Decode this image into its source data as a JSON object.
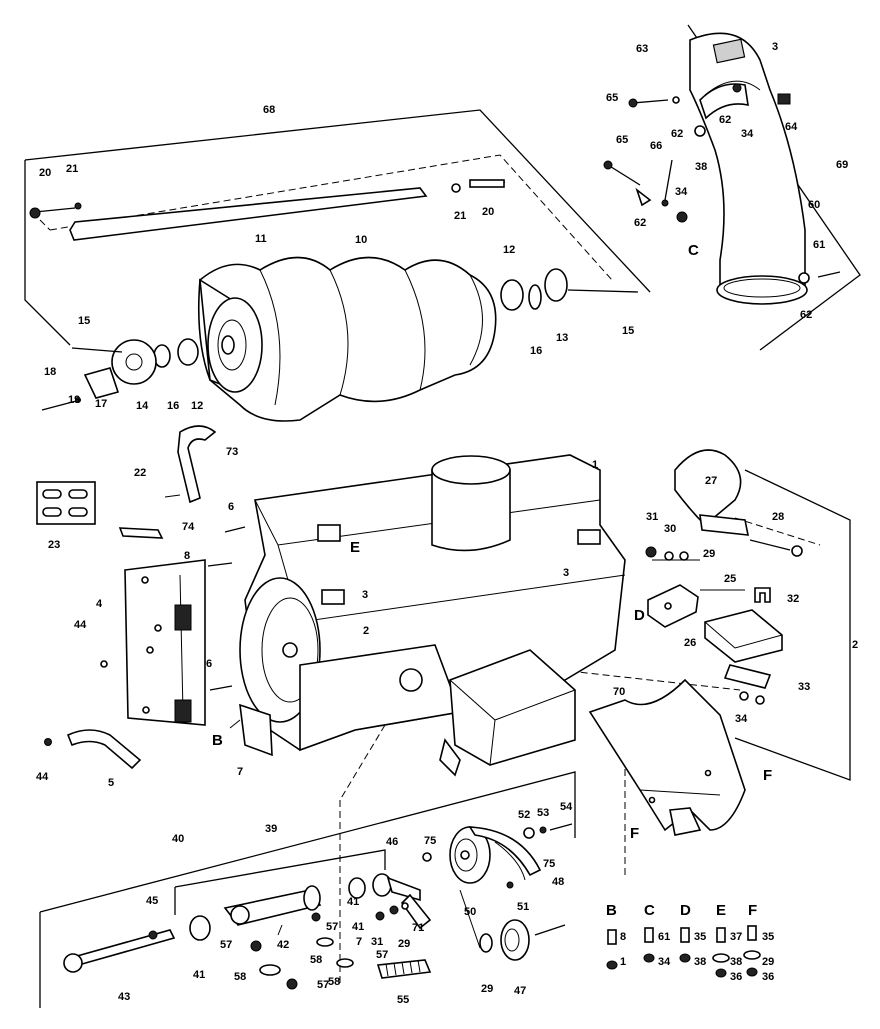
{
  "diagram": {
    "labels": [
      {
        "id": "l68",
        "text": "68"
      },
      {
        "id": "l63",
        "text": "63"
      },
      {
        "id": "l3a",
        "text": "3"
      },
      {
        "id": "l65a",
        "text": "65"
      },
      {
        "id": "l62a",
        "text": "62"
      },
      {
        "id": "l62b",
        "text": "62"
      },
      {
        "id": "l34a",
        "text": "34"
      },
      {
        "id": "l64",
        "text": "64"
      },
      {
        "id": "l69",
        "text": "69"
      },
      {
        "id": "l65b",
        "text": "65"
      },
      {
        "id": "l66",
        "text": "66"
      },
      {
        "id": "l38a",
        "text": "38"
      },
      {
        "id": "l62c",
        "text": "62"
      },
      {
        "id": "l34b",
        "text": "34"
      },
      {
        "id": "l60",
        "text": "60"
      },
      {
        "id": "lC",
        "text": "C"
      },
      {
        "id": "l61",
        "text": "61"
      },
      {
        "id": "l62d",
        "text": "62"
      },
      {
        "id": "l20a",
        "text": "20"
      },
      {
        "id": "l21a",
        "text": "21"
      },
      {
        "id": "l21b",
        "text": "21"
      },
      {
        "id": "l20b",
        "text": "20"
      },
      {
        "id": "l11",
        "text": "11"
      },
      {
        "id": "l10",
        "text": "10"
      },
      {
        "id": "l12a",
        "text": "12"
      },
      {
        "id": "l15a",
        "text": "15"
      },
      {
        "id": "l16a",
        "text": "16"
      },
      {
        "id": "l13",
        "text": "13"
      },
      {
        "id": "l15b",
        "text": "15"
      },
      {
        "id": "l18",
        "text": "18"
      },
      {
        "id": "l19",
        "text": "19"
      },
      {
        "id": "l17",
        "text": "17"
      },
      {
        "id": "l14",
        "text": "14"
      },
      {
        "id": "l16b",
        "text": "16"
      },
      {
        "id": "l12b",
        "text": "12"
      },
      {
        "id": "l73",
        "text": "73"
      },
      {
        "id": "l1",
        "text": "1"
      },
      {
        "id": "l22",
        "text": "22"
      },
      {
        "id": "l23",
        "text": "23"
      },
      {
        "id": "l74",
        "text": "74"
      },
      {
        "id": "l6a",
        "text": "6"
      },
      {
        "id": "l8",
        "text": "8"
      },
      {
        "id": "lE",
        "text": "E"
      },
      {
        "id": "l27",
        "text": "27"
      },
      {
        "id": "l31a",
        "text": "31"
      },
      {
        "id": "l30",
        "text": "30"
      },
      {
        "id": "l28",
        "text": "28"
      },
      {
        "id": "l29a",
        "text": "29"
      },
      {
        "id": "l3b",
        "text": "3"
      },
      {
        "id": "l3c",
        "text": "3"
      },
      {
        "id": "l4",
        "text": "4"
      },
      {
        "id": "l44a",
        "text": "44"
      },
      {
        "id": "l2a",
        "text": "2"
      },
      {
        "id": "lD",
        "text": "D"
      },
      {
        "id": "l25",
        "text": "25"
      },
      {
        "id": "l32",
        "text": "32"
      },
      {
        "id": "l26",
        "text": "26"
      },
      {
        "id": "l2b",
        "text": "2"
      },
      {
        "id": "l6b",
        "text": "6"
      },
      {
        "id": "l33",
        "text": "33"
      },
      {
        "id": "l70",
        "text": "70"
      },
      {
        "id": "l34c",
        "text": "34"
      },
      {
        "id": "lB",
        "text": "B"
      },
      {
        "id": "l7a",
        "text": "7"
      },
      {
        "id": "l44b",
        "text": "44"
      },
      {
        "id": "l5",
        "text": "5"
      },
      {
        "id": "lF1",
        "text": "F"
      },
      {
        "id": "l40",
        "text": "40"
      },
      {
        "id": "l39",
        "text": "39"
      },
      {
        "id": "l52",
        "text": "52"
      },
      {
        "id": "l53",
        "text": "53"
      },
      {
        "id": "l54",
        "text": "54"
      },
      {
        "id": "l46",
        "text": "46"
      },
      {
        "id": "l75a",
        "text": "75"
      },
      {
        "id": "l75b",
        "text": "75"
      },
      {
        "id": "lF2",
        "text": "F"
      },
      {
        "id": "l45",
        "text": "45"
      },
      {
        "id": "l41a",
        "text": "41"
      },
      {
        "id": "l50",
        "text": "50"
      },
      {
        "id": "l51",
        "text": "51"
      },
      {
        "id": "l48",
        "text": "48"
      },
      {
        "id": "l57a",
        "text": "57"
      },
      {
        "id": "l42",
        "text": "42"
      },
      {
        "id": "l41b",
        "text": "41"
      },
      {
        "id": "l31b",
        "text": "31"
      },
      {
        "id": "l71",
        "text": "71"
      },
      {
        "id": "l41c",
        "text": "41"
      },
      {
        "id": "l29b",
        "text": "29"
      },
      {
        "id": "l57b",
        "text": "57"
      },
      {
        "id": "l58a",
        "text": "58"
      },
      {
        "id": "l7b",
        "text": "7"
      },
      {
        "id": "l57c",
        "text": "57"
      },
      {
        "id": "l58b",
        "text": "58"
      },
      {
        "id": "l58c",
        "text": "58"
      },
      {
        "id": "l57d",
        "text": "57"
      },
      {
        "id": "l43",
        "text": "43"
      },
      {
        "id": "l55",
        "text": "55"
      },
      {
        "id": "l29c",
        "text": "29"
      },
      {
        "id": "l47",
        "text": "47"
      }
    ],
    "legend": {
      "columns": [
        {
          "letter": "B",
          "items": [
            "8",
            "1"
          ]
        },
        {
          "letter": "C",
          "items": [
            "61",
            "34"
          ]
        },
        {
          "letter": "D",
          "items": [
            "35",
            "38"
          ]
        },
        {
          "letter": "E",
          "items": [
            "37",
            "38",
            "36"
          ]
        },
        {
          "letter": "F",
          "items": [
            "35",
            "29",
            "36"
          ]
        }
      ]
    }
  }
}
